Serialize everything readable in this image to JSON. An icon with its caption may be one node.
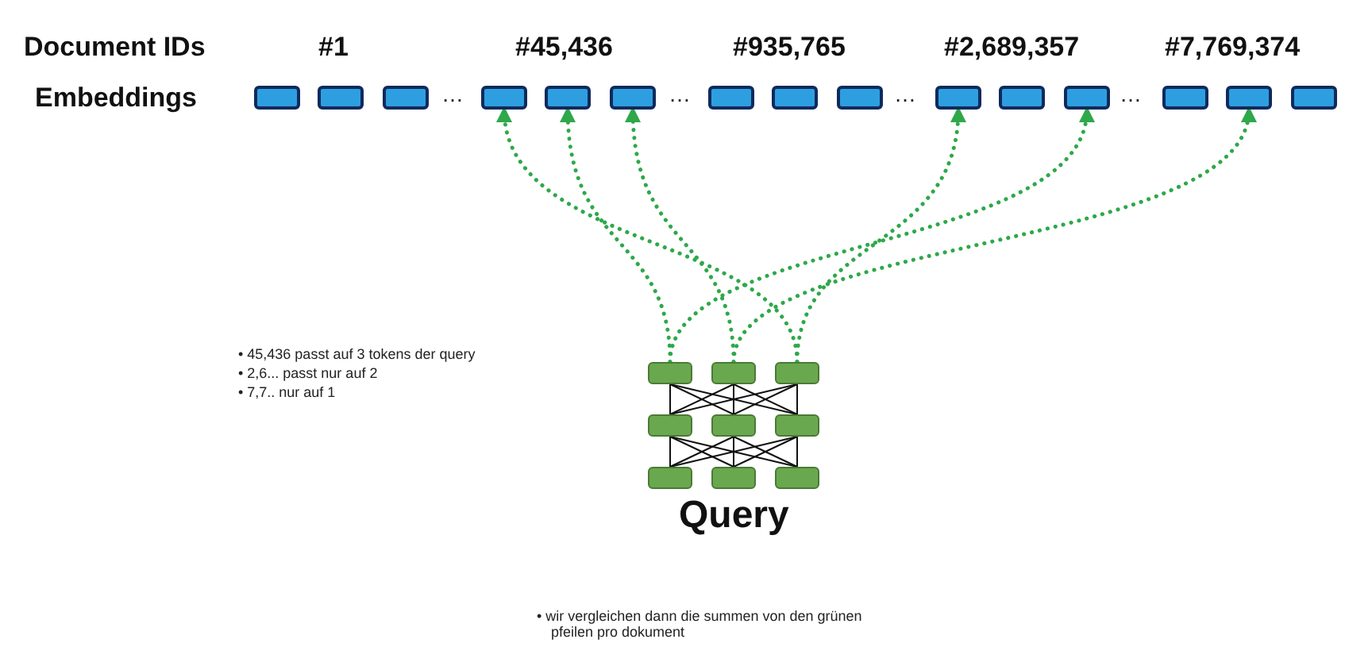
{
  "diagram": {
    "nodes": [
      {
        "text": [],
        "shape": "box"
      },
      {
        "text": [],
        "shape": "box"
      },
      {
        "text": [],
        "shape": "box"
      },
      {
        "text": [],
        "shape": "box"
      },
      {
        "text": [],
        "shape": "box"
      },
      {
        "text": [],
        "shape": "box"
      },
      {
        "text": [],
        "shape": "box"
      },
      {
        "text": [],
        "shape": "box"
      },
      {
        "text": [],
        "shape": "box"
      },
      {
        "text": [],
        "shape": "box"
      },
      {
        "text": [],
        "shape": "box"
      },
      {
        "text": [],
        "shape": "box"
      },
      {
        "text": [],
        "shape": "box"
      },
      {
        "text": [],
        "shape": "box"
      },
      {
        "text": [],
        "shape": "box"
      },
      {
        "text": [],
        "shape": "box"
      },
      {
        "text": [],
        "shape": "box"
      },
      {
        "text": [],
        "shape": "box"
      },
      {
        "text": [],
        "shape": "box"
      },
      {
        "text": [],
        "shape": "box"
      },
      {
        "text": [],
        "shape": "box"
      },
      {
        "text": [],
        "shape": "box"
      },
      {
        "text": [],
        "shape": "box"
      },
      {
        "text": [],
        "shape": "box"
      }
    ],
    "edges": [
      {
        "from": 15,
        "to": 4,
        "arrow": "to",
        "style": "dashed",
        "color": "#2ea84a"
      },
      {
        "from": 15,
        "to": 11,
        "arrow": "to",
        "style": "dashed",
        "color": "#2ea84a"
      },
      {
        "from": 16,
        "to": 5,
        "arrow": "to",
        "style": "dashed",
        "color": "#2ea84a"
      },
      {
        "from": 16,
        "to": 13,
        "arrow": "to",
        "style": "dashed",
        "color": "#2ea84a"
      },
      {
        "from": 17,
        "to": 3,
        "arrow": "to",
        "style": "dashed",
        "color": "#2ea84a"
      },
      {
        "from": 17,
        "to": 9,
        "arrow": "to",
        "style": "dashed",
        "color": "#2ea84a"
      },
      {
        "from": 15,
        "to": 18,
        "arrow": "none"
      },
      {
        "from": 15,
        "to": 19,
        "arrow": "none"
      },
      {
        "from": 15,
        "to": 20,
        "arrow": "none"
      },
      {
        "from": 16,
        "to": 18,
        "arrow": "none"
      },
      {
        "from": 16,
        "to": 19,
        "arrow": "none"
      },
      {
        "from": 16,
        "to": 20,
        "arrow": "none"
      },
      {
        "from": 17,
        "to": 18,
        "arrow": "none"
      },
      {
        "from": 17,
        "to": 19,
        "arrow": "none"
      },
      {
        "from": 17,
        "to": 20,
        "arrow": "none"
      },
      {
        "from": 18,
        "to": 21,
        "arrow": "none"
      },
      {
        "from": 18,
        "to": 22,
        "arrow": "none"
      },
      {
        "from": 18,
        "to": 23,
        "arrow": "none"
      },
      {
        "from": 19,
        "to": 21,
        "arrow": "none"
      },
      {
        "from": 19,
        "to": 22,
        "arrow": "none"
      },
      {
        "from": 19,
        "to": 23,
        "arrow": "none"
      },
      {
        "from": 20,
        "to": 21,
        "arrow": "none"
      },
      {
        "from": 20,
        "to": 22,
        "arrow": "none"
      },
      {
        "from": 20,
        "to": 23,
        "arrow": "none"
      }
    ],
    "labels": [
      "Document IDs",
      "#1",
      "#45,436",
      "#935,765",
      "#2,689,357",
      "#7,769,374",
      "Embeddings",
      "…",
      "…",
      "…",
      "…",
      "• 45,436 passt auf 3 tokens der query",
      "• 2,6... passt nur auf 2",
      "• 7,7.. nur auf 1",
      "Query",
      "• wir vergleichen dann die summen von den grünen pfeilen pro dokument"
    ]
  }
}
